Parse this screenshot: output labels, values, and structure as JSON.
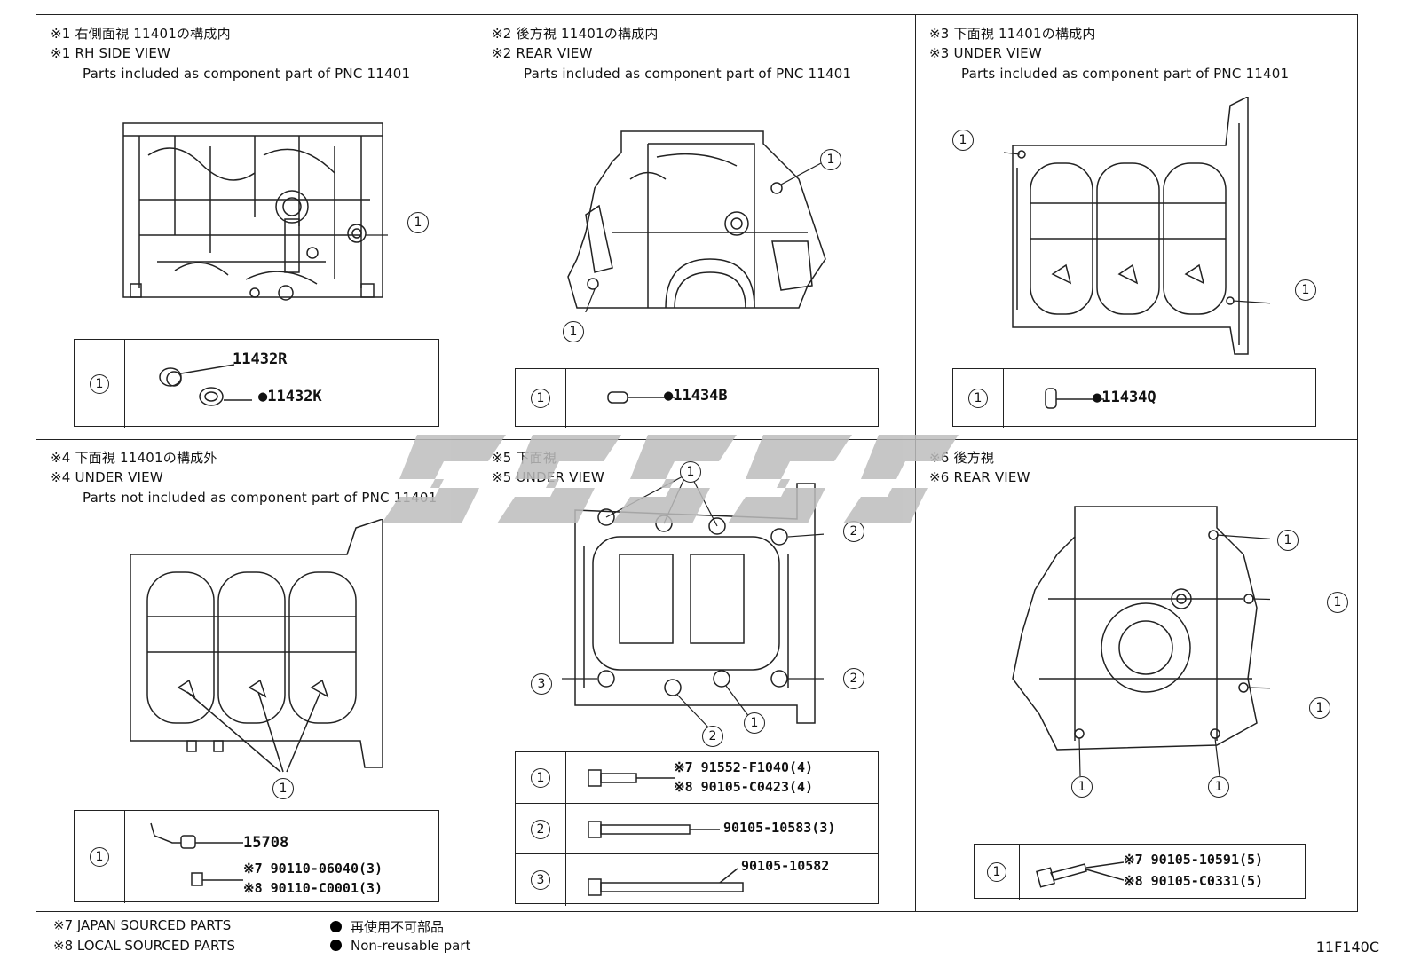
{
  "panels": [
    {
      "h1": "※1 右側面視 11401の構成内",
      "h2": "※1 RH SIDE VIEW",
      "h3": "Parts included as component part of PNC 11401",
      "parts": [
        "11432R",
        "●11432K"
      ]
    },
    {
      "h1": "※2 後方視 11401の構成内",
      "h2": "※2 REAR VIEW",
      "h3": "Parts included as component part of PNC 11401",
      "parts": [
        "●11434B"
      ]
    },
    {
      "h1": "※3 下面視 11401の構成内",
      "h2": "※3 UNDER VIEW",
      "h3": "Parts included as component part of PNC 11401",
      "parts": [
        "●11434Q"
      ]
    },
    {
      "h1": "※4 下面視 11401の構成外",
      "h2": "※4 UNDER VIEW",
      "h3": "Parts not included as component part of PNC 11401",
      "parts": [
        "15708",
        "※7  90110-06040(3)",
        "※8  90110-C0001(3)"
      ]
    },
    {
      "h1": "※5 下面視",
      "h2": "※5 UNDER VIEW",
      "parts": [
        "※7  91552-F1040(4)",
        "※8  90105-C0423(4)",
        "90105-10583(3)",
        "90105-10582"
      ]
    },
    {
      "h1": "※6 後方視",
      "h2": "※6 REAR VIEW",
      "parts": [
        "※7  90105-10591(5)",
        "※8  90105-C0331(5)"
      ]
    }
  ],
  "callouts": {
    "one": "1",
    "two": "2",
    "three": "3"
  },
  "footer": {
    "japan": "※7 JAPAN SOURCED PARTS",
    "local": "※8 LOCAL SOURCED PARTS",
    "nonreuse_jp": "再使用不可部品",
    "nonreuse_en": "Non-reusable part",
    "code": "11F140C"
  }
}
